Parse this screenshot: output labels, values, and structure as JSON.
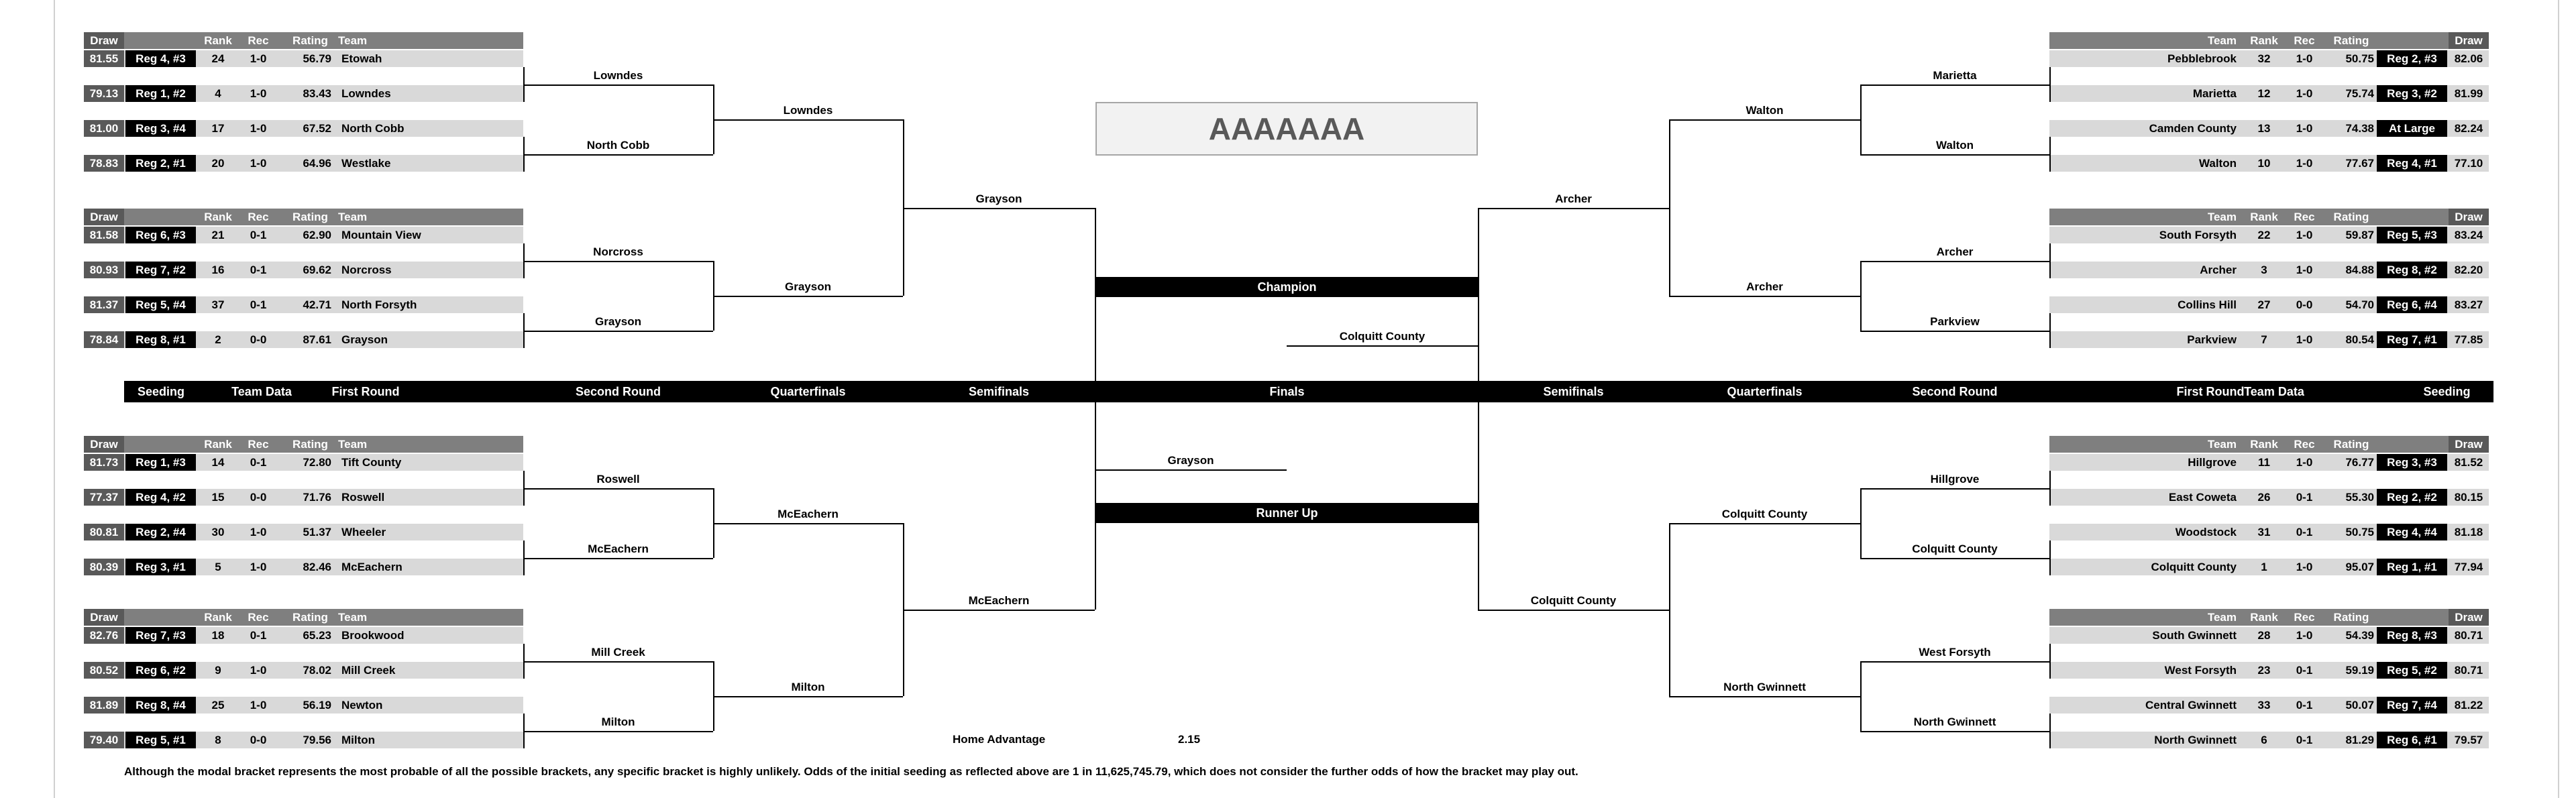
{
  "title": "AAAAAAA",
  "header_labels": {
    "draw": "Draw",
    "rank": "Rank",
    "rec": "Rec",
    "rating": "Rating",
    "team": "Team"
  },
  "seeding_bar": {
    "left": [
      "Seeding",
      "Team Data",
      "First Round",
      "Second Round",
      "Quarterfinals",
      "Semifinals"
    ],
    "center": "Finals",
    "right": [
      "Semifinals",
      "Quarterfinals",
      "Second Round",
      "First Round",
      "Team Data",
      "Seeding"
    ]
  },
  "champion_label": "Champion",
  "champion_team": "Colquitt County",
  "runner_up_label": "Runner Up",
  "runner_up_team": "Grayson",
  "home_advantage_label": "Home Advantage",
  "home_advantage_value": "2.15",
  "footnote": "Although the modal bracket represents the most probable of all the possible brackets, any specific bracket is highly unlikely.  Odds of the initial seeding as reflected above are 1 in 11,625,745.79, which does not consider the further odds of how the bracket may play out.",
  "quadrants": {
    "left_top": {
      "groups": [
        {
          "teams": [
            {
              "draw": "81.55",
              "seed": "Reg 4, #3",
              "rank": "24",
              "rec": "1-0",
              "rating": "56.79",
              "team": "Etowah"
            },
            {
              "draw": "79.13",
              "seed": "Reg 1, #2",
              "rank": "4",
              "rec": "1-0",
              "rating": "83.43",
              "team": "Lowndes"
            },
            {
              "draw": "81.00",
              "seed": "Reg 3, #4",
              "rank": "17",
              "rec": "1-0",
              "rating": "67.52",
              "team": "North Cobb"
            },
            {
              "draw": "78.83",
              "seed": "Reg 2, #1",
              "rank": "20",
              "rec": "1-0",
              "rating": "64.96",
              "team": "Westlake"
            }
          ]
        },
        {
          "teams": [
            {
              "draw": "81.58",
              "seed": "Reg 6, #3",
              "rank": "21",
              "rec": "0-1",
              "rating": "62.90",
              "team": "Mountain View"
            },
            {
              "draw": "80.93",
              "seed": "Reg 7, #2",
              "rank": "16",
              "rec": "0-1",
              "rating": "69.62",
              "team": "Norcross"
            },
            {
              "draw": "81.37",
              "seed": "Reg 5, #4",
              "rank": "37",
              "rec": "0-1",
              "rating": "42.71",
              "team": "North Forsyth"
            },
            {
              "draw": "78.84",
              "seed": "Reg 8, #1",
              "rank": "2",
              "rec": "0-0",
              "rating": "87.61",
              "team": "Grayson"
            }
          ]
        }
      ],
      "r2": [
        "Lowndes",
        "North Cobb",
        "Norcross",
        "Grayson"
      ],
      "qf": [
        "Lowndes",
        "Grayson"
      ],
      "sf": "Grayson"
    },
    "left_bottom": {
      "groups": [
        {
          "teams": [
            {
              "draw": "81.73",
              "seed": "Reg 1, #3",
              "rank": "14",
              "rec": "0-1",
              "rating": "72.80",
              "team": "Tift County"
            },
            {
              "draw": "77.37",
              "seed": "Reg 4, #2",
              "rank": "15",
              "rec": "0-0",
              "rating": "71.76",
              "team": "Roswell"
            },
            {
              "draw": "80.81",
              "seed": "Reg 2, #4",
              "rank": "30",
              "rec": "1-0",
              "rating": "51.37",
              "team": "Wheeler"
            },
            {
              "draw": "80.39",
              "seed": "Reg 3, #1",
              "rank": "5",
              "rec": "1-0",
              "rating": "82.46",
              "team": "McEachern"
            }
          ]
        },
        {
          "teams": [
            {
              "draw": "82.76",
              "seed": "Reg 7, #3",
              "rank": "18",
              "rec": "0-1",
              "rating": "65.23",
              "team": "Brookwood"
            },
            {
              "draw": "80.52",
              "seed": "Reg 6, #2",
              "rank": "9",
              "rec": "1-0",
              "rating": "78.02",
              "team": "Mill Creek"
            },
            {
              "draw": "81.89",
              "seed": "Reg 8, #4",
              "rank": "25",
              "rec": "1-0",
              "rating": "56.19",
              "team": "Newton"
            },
            {
              "draw": "79.40",
              "seed": "Reg 5, #1",
              "rank": "8",
              "rec": "0-0",
              "rating": "79.56",
              "team": "Milton"
            }
          ]
        }
      ],
      "r2": [
        "Roswell",
        "McEachern",
        "Mill Creek",
        "Milton"
      ],
      "qf": [
        "McEachern",
        "Milton"
      ],
      "sf": "McEachern"
    },
    "right_top": {
      "groups": [
        {
          "teams": [
            {
              "draw": "82.06",
              "seed": "Reg 2, #3",
              "rank": "32",
              "rec": "1-0",
              "rating": "50.75",
              "team": "Pebblebrook"
            },
            {
              "draw": "81.99",
              "seed": "Reg 3, #2",
              "rank": "12",
              "rec": "1-0",
              "rating": "75.74",
              "team": "Marietta"
            },
            {
              "draw": "82.24",
              "seed": "At Large",
              "rank": "13",
              "rec": "1-0",
              "rating": "74.38",
              "team": "Camden County"
            },
            {
              "draw": "77.10",
              "seed": "Reg 4, #1",
              "rank": "10",
              "rec": "1-0",
              "rating": "77.67",
              "team": "Walton"
            }
          ]
        },
        {
          "teams": [
            {
              "draw": "83.24",
              "seed": "Reg 5, #3",
              "rank": "22",
              "rec": "1-0",
              "rating": "59.87",
              "team": "South Forsyth"
            },
            {
              "draw": "82.20",
              "seed": "Reg 8, #2",
              "rank": "3",
              "rec": "1-0",
              "rating": "84.88",
              "team": "Archer"
            },
            {
              "draw": "83.27",
              "seed": "Reg 6, #4",
              "rank": "27",
              "rec": "0-0",
              "rating": "54.70",
              "team": "Collins Hill"
            },
            {
              "draw": "77.85",
              "seed": "Reg 7, #1",
              "rank": "7",
              "rec": "1-0",
              "rating": "80.54",
              "team": "Parkview"
            }
          ]
        }
      ],
      "r2": [
        "Marietta",
        "Walton",
        "Archer",
        "Parkview"
      ],
      "qf": [
        "Walton",
        "Archer"
      ],
      "sf": "Archer"
    },
    "right_bottom": {
      "groups": [
        {
          "teams": [
            {
              "draw": "81.52",
              "seed": "Reg 3, #3",
              "rank": "11",
              "rec": "1-0",
              "rating": "76.77",
              "team": "Hillgrove"
            },
            {
              "draw": "80.15",
              "seed": "Reg 2, #2",
              "rank": "26",
              "rec": "0-1",
              "rating": "55.30",
              "team": "East Coweta"
            },
            {
              "draw": "81.18",
              "seed": "Reg 4, #4",
              "rank": "31",
              "rec": "0-1",
              "rating": "50.75",
              "team": "Woodstock"
            },
            {
              "draw": "77.94",
              "seed": "Reg 1, #1",
              "rank": "1",
              "rec": "1-0",
              "rating": "95.07",
              "team": "Colquitt County"
            }
          ]
        },
        {
          "teams": [
            {
              "draw": "80.71",
              "seed": "Reg 8, #3",
              "rank": "28",
              "rec": "1-0",
              "rating": "54.39",
              "team": "South Gwinnett"
            },
            {
              "draw": "80.71",
              "seed": "Reg 5, #2",
              "rank": "23",
              "rec": "0-1",
              "rating": "59.19",
              "team": "West Forsyth"
            },
            {
              "draw": "81.22",
              "seed": "Reg 7, #4",
              "rank": "33",
              "rec": "0-1",
              "rating": "50.07",
              "team": "Central Gwinnett"
            },
            {
              "draw": "79.57",
              "seed": "Reg 6, #1",
              "rank": "6",
              "rec": "0-1",
              "rating": "81.29",
              "team": "North Gwinnett"
            }
          ]
        }
      ],
      "r2": [
        "Hillgrove",
        "Colquitt County",
        "West Forsyth",
        "North Gwinnett"
      ],
      "qf": [
        "Colquitt County",
        "North Gwinnett"
      ],
      "sf": "Colquitt County"
    }
  }
}
